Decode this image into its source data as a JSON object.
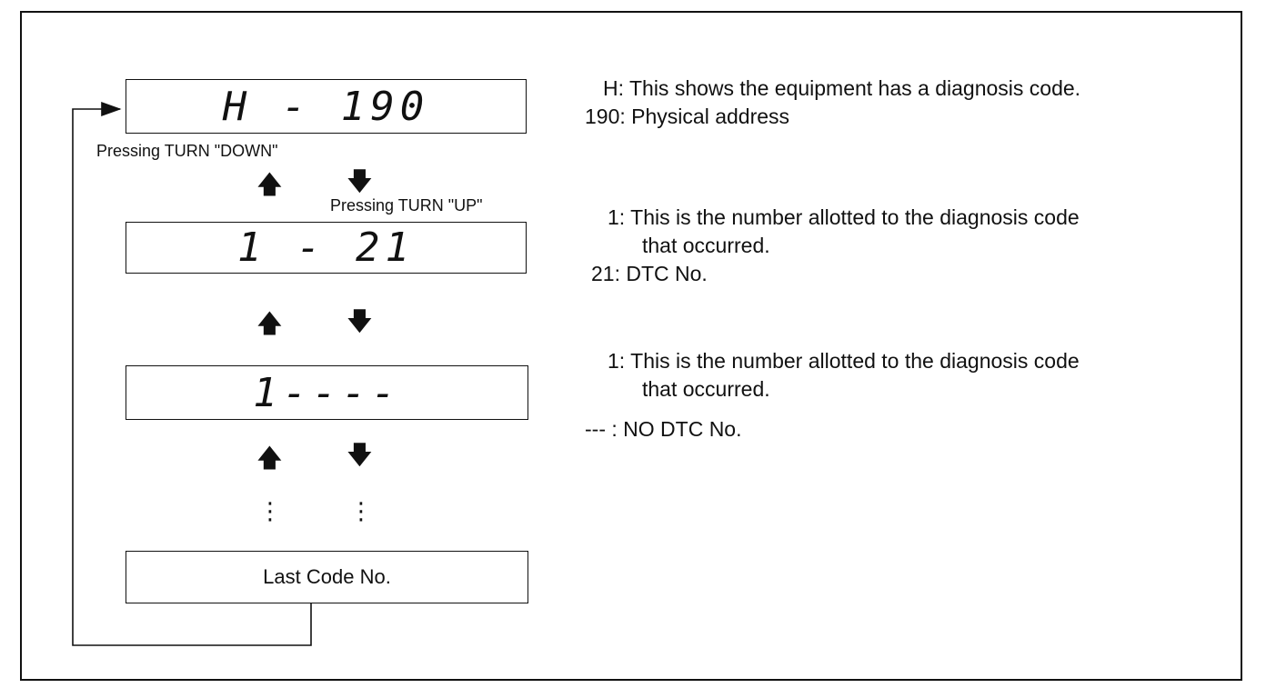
{
  "displays": {
    "h190": "H - 190",
    "code_1_21": "1 - 21",
    "code_1_none": "1----",
    "last": "Last Code No."
  },
  "labels": {
    "pressing_down": "Pressing TURN \"DOWN\"",
    "pressing_up": "Pressing TURN \"UP\""
  },
  "symbols": {
    "arrow_up": "🡅",
    "arrow_down": "🡇",
    "dots": "⋮"
  },
  "descriptions": {
    "h_line1": "H: This shows the equipment has a diagnosis  code.",
    "h_line2": "190: Physical address",
    "one21_line1": "1: This is the number allotted to the diagnosis code",
    "one21_line2": "that occurred.",
    "one21_line3": "21: DTC No.",
    "onenone_line1": "1: This is the number allotted to the diagnosis code",
    "onenone_line2": "that occurred.",
    "onenone_line3": "--- : NO DTC No."
  }
}
